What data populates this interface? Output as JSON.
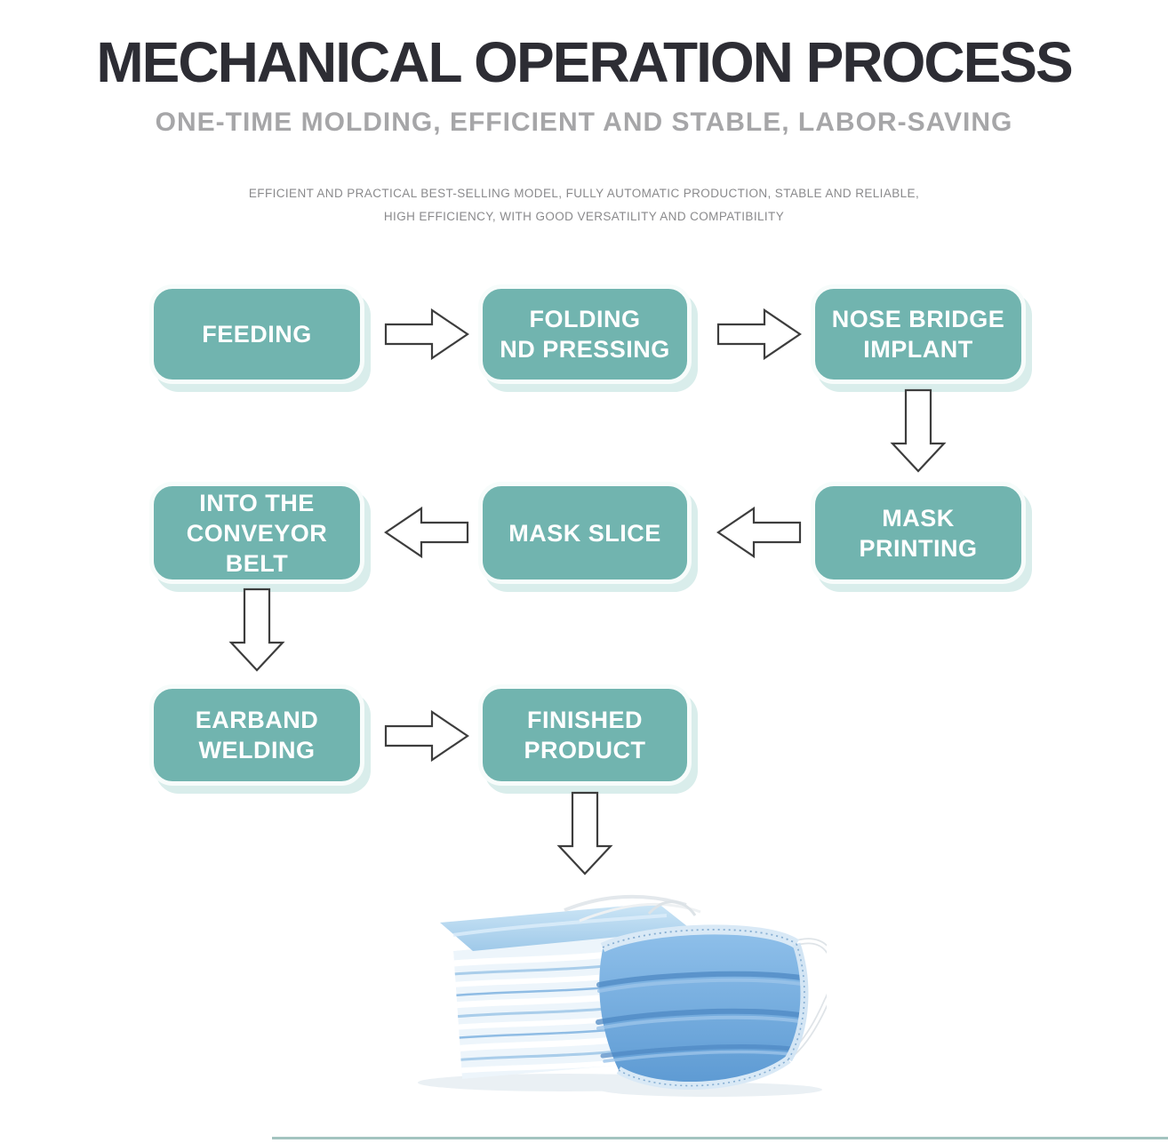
{
  "header": {
    "title": "MECHANICAL OPERATION PROCESS",
    "subtitle": "ONE-TIME MOLDING, EFFICIENT AND STABLE, LABOR-SAVING",
    "description_line1": "EFFICIENT AND PRACTICAL BEST-SELLING MODEL, FULLY AUTOMATIC PRODUCTION, STABLE AND RELIABLE,",
    "description_line2": "HIGH EFFICIENCY, WITH GOOD VERSATILITY AND COMPATIBILITY"
  },
  "flow": {
    "boxes": [
      {
        "id": "feeding",
        "label": "FEEDING"
      },
      {
        "id": "folding-pressing",
        "label": "FOLDING\nND PRESSING"
      },
      {
        "id": "nose-bridge-implant",
        "label": "NOSE BRIDGE\nIMPLANT"
      },
      {
        "id": "mask-printing",
        "label": "MASK\nPRINTING"
      },
      {
        "id": "mask-slice",
        "label": "MASK SLICE"
      },
      {
        "id": "into-conveyor-belt",
        "label": "INTO THE\nCONVEYOR\nBELT"
      },
      {
        "id": "earband-welding",
        "label": "EARBAND\nWELDING"
      },
      {
        "id": "finished-product",
        "label": "FINISHED\nPRODUCT"
      }
    ],
    "arrows": [
      {
        "name": "arrow-right-icon",
        "from": "feeding",
        "to": "folding-pressing",
        "direction": "right"
      },
      {
        "name": "arrow-right-icon",
        "from": "folding-pressing",
        "to": "nose-bridge-implant",
        "direction": "right"
      },
      {
        "name": "arrow-down-icon",
        "from": "nose-bridge-implant",
        "to": "mask-printing",
        "direction": "down"
      },
      {
        "name": "arrow-left-icon",
        "from": "mask-printing",
        "to": "mask-slice",
        "direction": "left"
      },
      {
        "name": "arrow-left-icon",
        "from": "mask-slice",
        "to": "into-conveyor-belt",
        "direction": "left"
      },
      {
        "name": "arrow-down-icon",
        "from": "into-conveyor-belt",
        "to": "earband-welding",
        "direction": "down"
      },
      {
        "name": "arrow-right-icon",
        "from": "earband-welding",
        "to": "finished-product",
        "direction": "right"
      },
      {
        "name": "arrow-down-icon",
        "from": "finished-product",
        "to": "face-masks-image",
        "direction": "down"
      }
    ]
  },
  "illustration": {
    "name": "face-masks-image",
    "alt": "Stack of blue disposable face masks and a single 3-ply mask with white ear loop"
  },
  "colors": {
    "box_fill": "#71b4af",
    "box_border": "#f7fcfb",
    "box_shadow": "#d9edeb",
    "box_text": "#ffffff",
    "title_text": "#2d2d34",
    "subtitle_text": "#a6a6a8",
    "description_text": "#8a8a8c",
    "arrow_outline": "#3d3d3d",
    "mask_blue": "#5d9ad3",
    "mask_light_blue": "#aed0ec",
    "divider": "#a3c4c0"
  }
}
